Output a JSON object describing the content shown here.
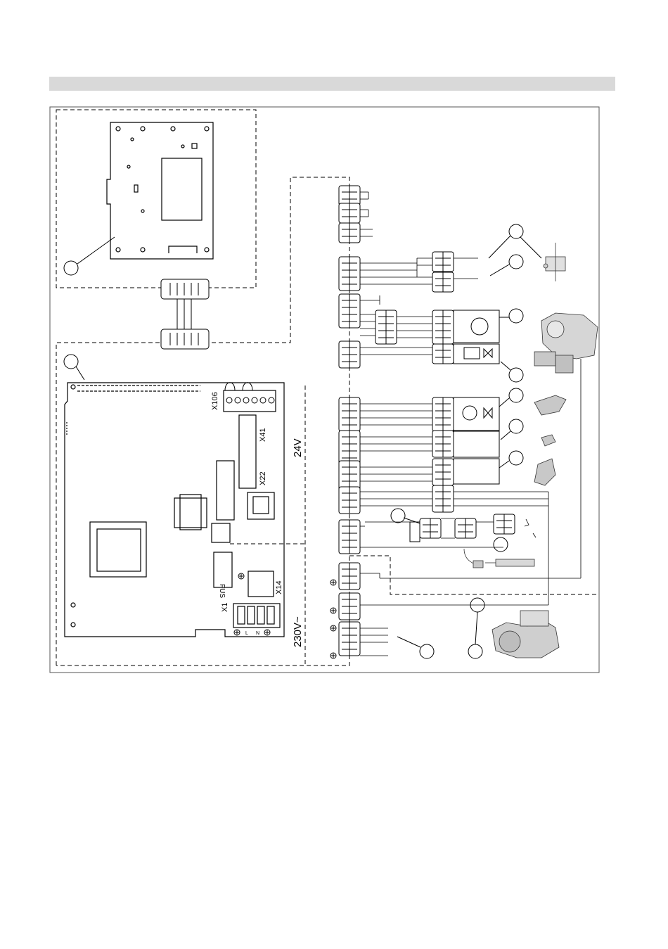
{
  "labels": {
    "x106": "X106",
    "x41": "X41",
    "x22": "X22",
    "x14": "X14",
    "x1": "X1",
    "fus": "FUS",
    "v24": "24V",
    "v230": "230V~",
    "l": "L",
    "n": "N"
  },
  "colors": {
    "line": "#000000",
    "header": "#d9d9d9",
    "component": "#8a8a8a"
  }
}
